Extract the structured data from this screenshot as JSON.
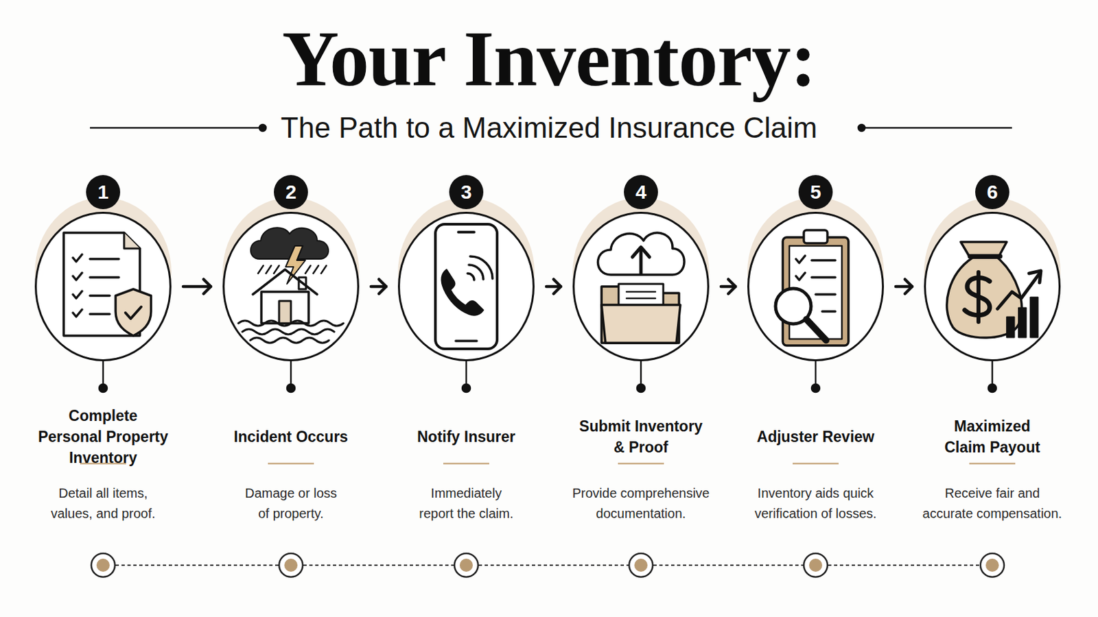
{
  "diagram": {
    "title": "Your Inventory:",
    "nodes": [
      {
        "text": [
          "1",
          "Complete Personal Property Inventory",
          "Detail all items, values, and proof."
        ]
      },
      {
        "text": [
          "2",
          "Incident Occurs",
          "Damage or loss of property."
        ]
      },
      {
        "text": [
          "3",
          "Notify Insurer",
          "Immediately report the claim."
        ]
      },
      {
        "text": [
          "4",
          "Submit Inventory & Proof",
          "Provide comprehensive documentation."
        ]
      },
      {
        "text": [
          "5",
          "Adjuster Review",
          "Inventory aids quick verification of losses."
        ]
      },
      {
        "text": [
          "6",
          "Maximized Claim Payout",
          "Receive fair and accurate compensation."
        ]
      }
    ],
    "edges": [
      {
        "from": 0,
        "to": 1,
        "arrow": "to"
      },
      {
        "from": 1,
        "to": 2,
        "arrow": "to"
      },
      {
        "from": 2,
        "to": 3,
        "arrow": "to"
      },
      {
        "from": 3,
        "to": 4,
        "arrow": "to"
      },
      {
        "from": 4,
        "to": 5,
        "arrow": "to"
      }
    ],
    "labels": [
      "The Path to a Maximized Insurance Claim"
    ]
  }
}
